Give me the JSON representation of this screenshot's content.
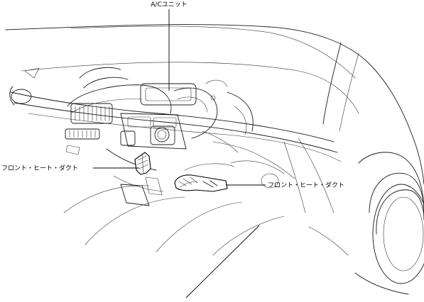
{
  "labels": {
    "ac_unit": "A/Cユニット",
    "front_heat_duct_left": "フロント・ヒート・ダクト",
    "front_heat_duct_right": "フロント・ヒート・ダクト"
  }
}
